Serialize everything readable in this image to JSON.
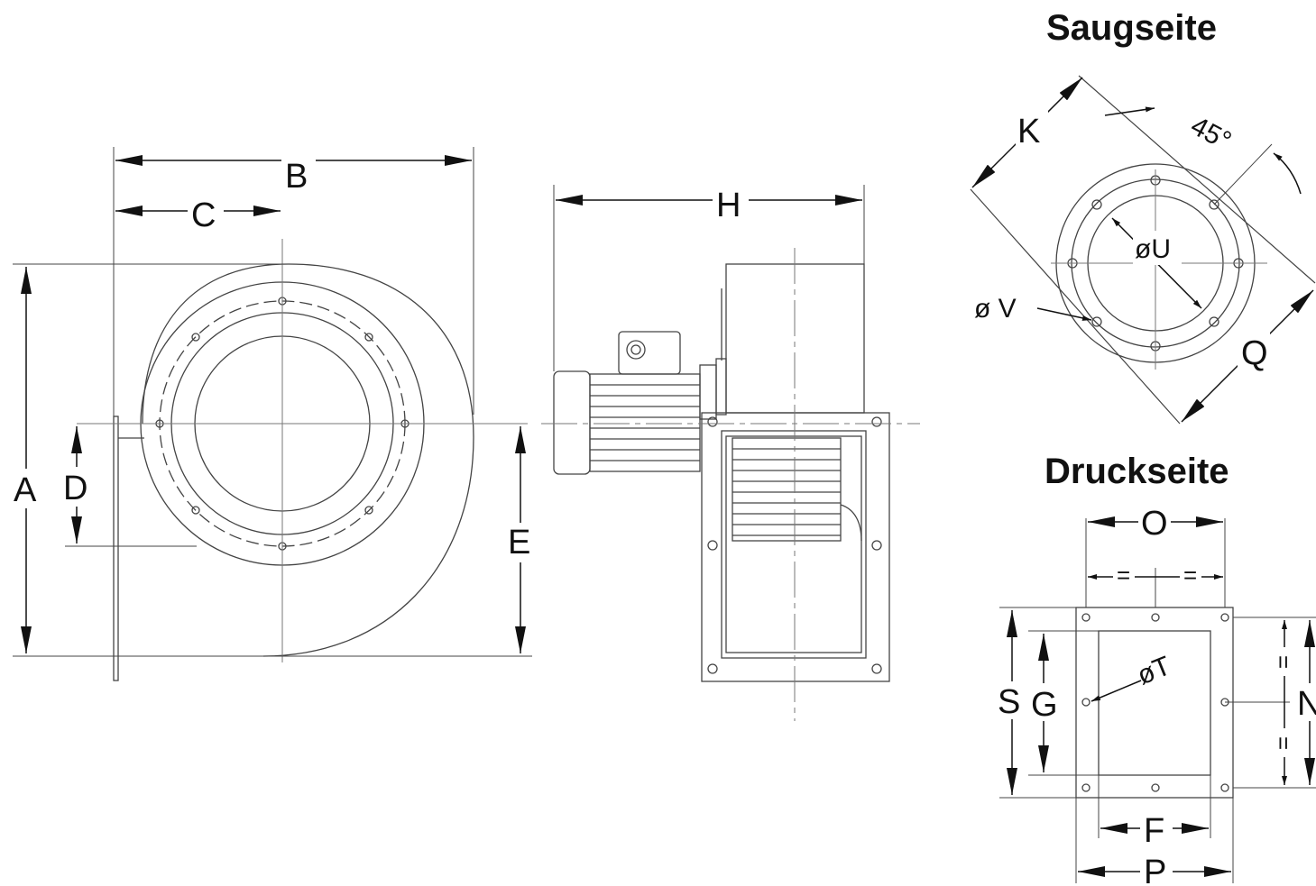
{
  "views": {
    "suction": {
      "title": "Saugseite"
    },
    "discharge": {
      "title": "Druckseite"
    }
  },
  "dimensions": {
    "A": "A",
    "B": "B",
    "C": "C",
    "D": "D",
    "E": "E",
    "H": "H",
    "K": "K",
    "Q": "Q",
    "angle": "45°",
    "U": "øU",
    "V": "ø V",
    "O": "O",
    "S": "S",
    "G": "G",
    "T": "øT",
    "N": "N",
    "F": "F",
    "P": "P",
    "equal": "="
  }
}
